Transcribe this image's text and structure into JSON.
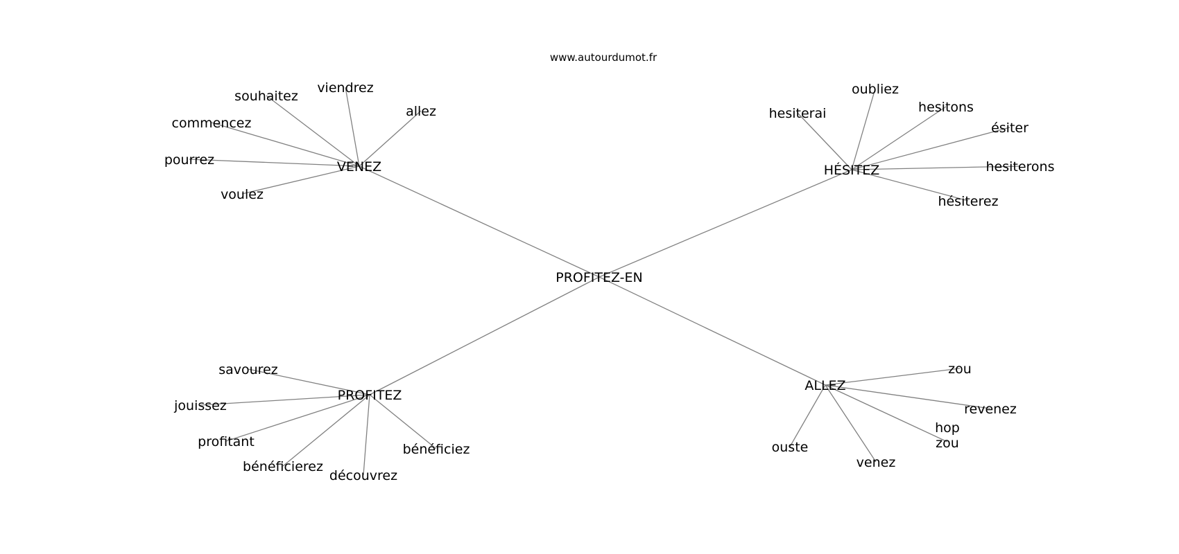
{
  "title": "www.autourdumot.fr",
  "graph": {
    "center": "PROFITEZ-EN",
    "hubs": [
      "VENEZ",
      "HÉSITEZ",
      "PROFITEZ",
      "ALLEZ"
    ],
    "leaves": {
      "VENEZ": [
        "viendrez",
        "souhaitez",
        "allez",
        "commencez",
        "pourrez",
        "voulez"
      ],
      "HÉSITEZ": [
        "oubliez",
        "hesitons",
        "hesiterai",
        "ésiter",
        "hesiterons",
        "hésiterez"
      ],
      "PROFITEZ": [
        "savourez",
        "jouissez",
        "profitant",
        "bénéficierez",
        "découvrez",
        "bénéficiez"
      ],
      "ALLEZ": [
        "zou",
        "revenez",
        "hop zou",
        "ouste",
        "venez"
      ]
    }
  }
}
